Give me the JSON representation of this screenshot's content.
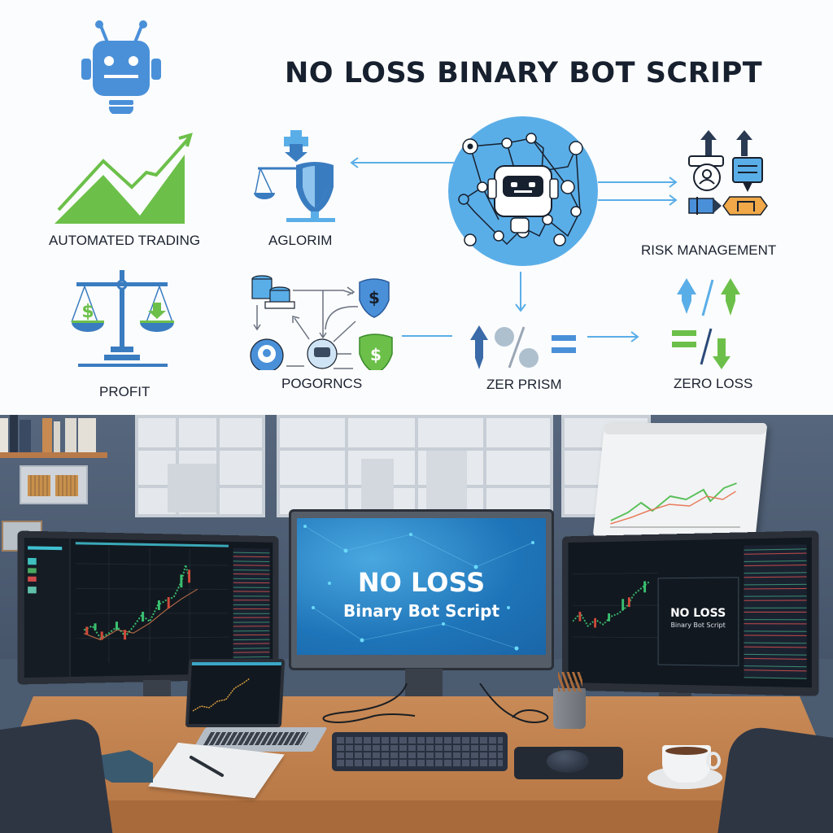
{
  "infographic": {
    "title": "NO LOSS BINARY BOT SCRIPT",
    "nodes": [
      {
        "id": "automated-trading",
        "label": "AUTOMATED TRADING",
        "icon": "rising-chart-icon"
      },
      {
        "id": "aglorim",
        "label": "AGLORIM",
        "icon": "scales-shield-icon"
      },
      {
        "id": "bot-network",
        "label": "",
        "icon": "robot-network-icon"
      },
      {
        "id": "risk-management",
        "label": "RISK MANAGEMENT",
        "icon": "risk-management-icon"
      },
      {
        "id": "profit",
        "label": "PROFIT",
        "icon": "balance-scale-icon"
      },
      {
        "id": "pogorncs",
        "label": "POGORNCS",
        "icon": "workflow-icon"
      },
      {
        "id": "zer-prism",
        "label": "ZER PRISM",
        "icon": "percent-equals-icon"
      },
      {
        "id": "zero-loss",
        "label": "ZERO LOSS",
        "icon": "up-down-arrows-icon"
      }
    ],
    "edges": [
      {
        "from": "bot-network",
        "to": "aglorim"
      },
      {
        "from": "bot-network",
        "to": "risk-management"
      },
      {
        "from": "bot-network",
        "to": "zer-prism"
      },
      {
        "from": "pogorncs",
        "to": "zer-prism"
      },
      {
        "from": "zer-prism",
        "to": "zero-loss"
      }
    ],
    "colors": {
      "blue": "#4a90d9",
      "light_blue": "#5aaee8",
      "green": "#6cc04a",
      "dark": "#17202e",
      "orange": "#f0a848"
    }
  },
  "scene": {
    "center_monitor": {
      "headline": "NO LOSS",
      "subline": "Binary Bot Script"
    },
    "right_monitor": {
      "headline": "NO LOSS",
      "subline": "Binary Bot Script"
    },
    "left_monitor": {
      "content": "candlestick-chart"
    },
    "laptop": {
      "content": "candlestick-chart"
    }
  }
}
